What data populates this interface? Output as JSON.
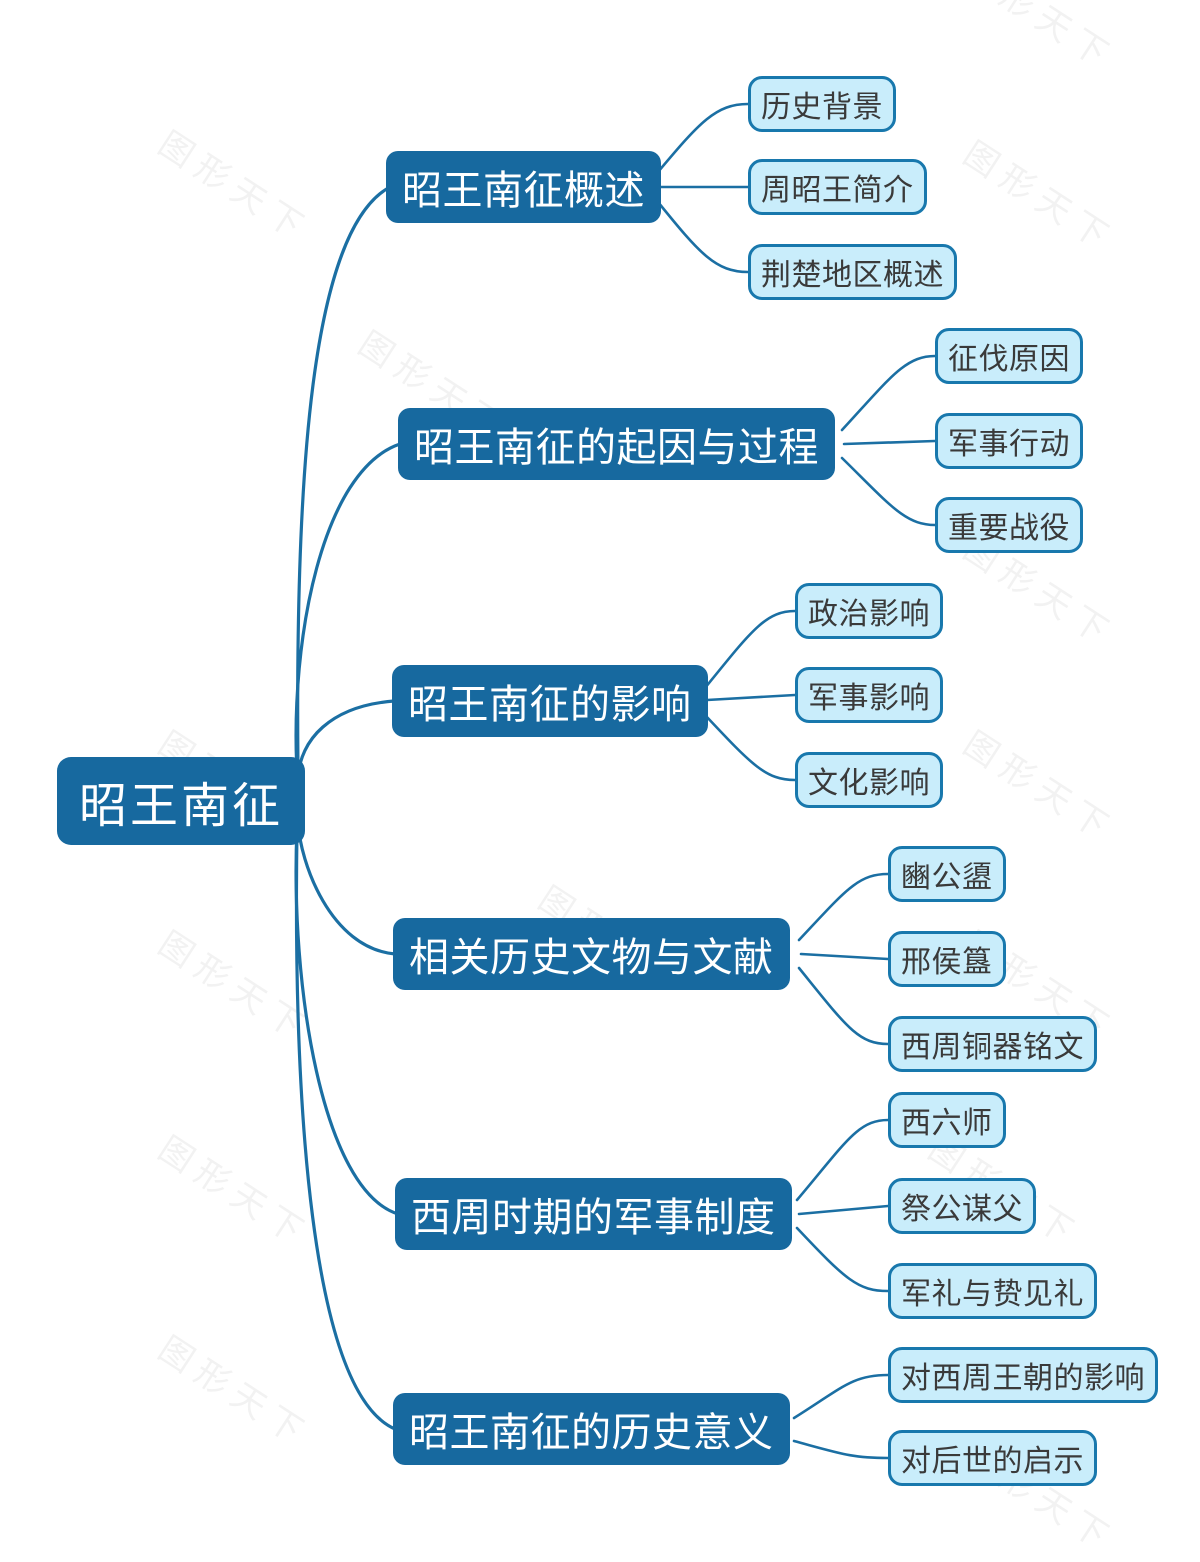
{
  "watermark": {
    "text": "图形天下"
  },
  "colors": {
    "node_fill": "#17699f",
    "child_fill": "#c9edfb",
    "child_border": "#1878ad",
    "child_text": "#3a3a3a",
    "connector": "#1b6fa3"
  },
  "map": {
    "root": {
      "label": "昭王南征"
    },
    "branches": [
      {
        "label": "昭王南征概述",
        "children": [
          {
            "label": "历史背景"
          },
          {
            "label": "周昭王简介"
          },
          {
            "label": "荆楚地区概述"
          }
        ]
      },
      {
        "label": "昭王南征的起因与过程",
        "children": [
          {
            "label": "征伐原因"
          },
          {
            "label": "军事行动"
          },
          {
            "label": "重要战役"
          }
        ]
      },
      {
        "label": "昭王南征的影响",
        "children": [
          {
            "label": "政治影响"
          },
          {
            "label": "军事影响"
          },
          {
            "label": "文化影响"
          }
        ]
      },
      {
        "label": "相关历史文物与文献",
        "children": [
          {
            "label": "豳公盨"
          },
          {
            "label": "邢侯簋"
          },
          {
            "label": "西周铜器铭文"
          }
        ]
      },
      {
        "label": "西周时期的军事制度",
        "children": [
          {
            "label": "西六师"
          },
          {
            "label": "祭公谋父"
          },
          {
            "label": "军礼与贽见礼"
          }
        ]
      },
      {
        "label": "昭王南征的历史意义",
        "children": [
          {
            "label": "对西周王朝的影响"
          },
          {
            "label": "对后世的启示"
          }
        ]
      }
    ]
  }
}
